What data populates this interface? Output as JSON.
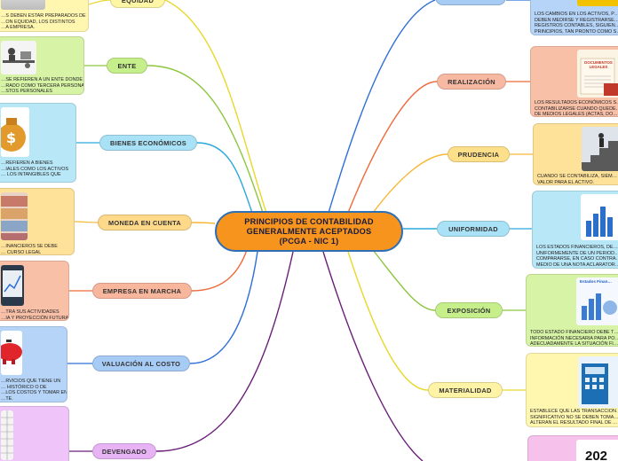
{
  "central": {
    "title": "PRINCIPIOS DE CONTABILIDAD\nGENERALMENTE ACEPTADOS\n(PCGA - NIC 1)"
  },
  "left_nodes": [
    {
      "key": "equidad",
      "label": "EQUIDAD",
      "color": "#fff6a5",
      "line": "#e8d82a"
    },
    {
      "key": "ente",
      "label": "ENTE",
      "color": "#c6ef8c",
      "line": "#8cc63f"
    },
    {
      "key": "bienes",
      "label": "BIENES ECONÓMICOS",
      "color": "#a9e2f7",
      "line": "#2aa7dd"
    },
    {
      "key": "moneda",
      "label": "MONEDA EN CUENTA",
      "color": "#ffd98a",
      "line": "#f7b733"
    },
    {
      "key": "empresa",
      "label": "EMPRESA EN MARCHA",
      "color": "#f8b79d",
      "line": "#ef6a3a"
    },
    {
      "key": "valuacion",
      "label": "VALUACIÓN AL COSTO",
      "color": "#a6cbf5",
      "line": "#2f6fd6"
    },
    {
      "key": "devengado",
      "label": "DEVENGADO",
      "color": "#e7b3f5",
      "line": "#6b1f7a"
    }
  ],
  "right_nodes": [
    {
      "key": "realizacion",
      "label": "REALIZACIÓN",
      "color": "#f8b9a3",
      "line": "#ef6a3a"
    },
    {
      "key": "prudencia",
      "label": "PRUDENCIA",
      "color": "#ffe08a",
      "line": "#f7b733"
    },
    {
      "key": "uniformidad",
      "label": "UNIFORMIDAD",
      "color": "#a9e2f7",
      "line": "#2aa7dd"
    },
    {
      "key": "exposicion",
      "label": "EXPOSICIÓN",
      "color": "#c6ef8c",
      "line": "#8cc63f"
    },
    {
      "key": "materialidad",
      "label": "MATERIALIDAD",
      "color": "#fff3a5",
      "line": "#e8d82a"
    }
  ],
  "left_cards": [
    {
      "key": "equidad",
      "text": "…S DEBEN ESTAR PREPARADOS DE\n…ON EQUIDAD, LOS DISTINTOS\n…A EMPRESA.",
      "bg": "#fff7b0"
    },
    {
      "key": "ente",
      "text": "…SE REFIEREN A UN ENTE DONDE\n…RADO COMO TERCERA PERSONA\n…STOS PERSONALES",
      "bg": "#d6f3a6"
    },
    {
      "key": "bienes",
      "text": "…REFIEREN A BIENES\n…IALES COMO LOS ACTIVOS\n… LOS INTANGIBLES QUE",
      "bg": "#b8e7f8"
    },
    {
      "key": "moneda",
      "text": "…INANCIEROS SE DEBE\n… CURSO LEGAL",
      "bg": "#ffe29a"
    },
    {
      "key": "empresa",
      "text": "…TRA SUS ACTIVIDADES\n…IA Y PROYECCIÓN FUTURA",
      "bg": "#f9c0a8"
    },
    {
      "key": "valuacion",
      "text": "…RVICIOS QUE TIENE UN\n… HISTÓRICO O DE\n…LOS COSTOS Y TOMAR EN\n…TE.",
      "bg": "#b5d4f7"
    },
    {
      "key": "devengado",
      "text": "",
      "bg": "#efc4f8"
    }
  ],
  "right_cards": [
    {
      "key": "top",
      "text": "LOS CAMBIOS EN LOS ACTIVOS, P…\nDEBEN MEDIRSE Y REGISTRARSE…\nREGISTROS CONTABLES, SIGUIEN…\nPRINCIPIOS, TAN PRONTO COMO S…",
      "bg": "#b5d4f7"
    },
    {
      "key": "realizacion",
      "text": "LOS RESULTADOS ECONÓMICOS S…\nCONTABILIZARSE CUANDO QUEDE…\nDE MEDIOS LEGALES (ACTAS, DO…",
      "bg": "#f9c0a8"
    },
    {
      "key": "prudencia",
      "text": "CUANDO SE CONTABILIZA, SIEM…\nVALOR PARA EL ACTIVO.",
      "bg": "#ffe29a"
    },
    {
      "key": "uniformidad",
      "text": "LOS ESTADOS FINANCIEROS, DE…\nUNIFORMEMENTE DE UN PERIOD…\nCOMPARARSE, EN CASO CONTRA…\nMEDIO DE UNA NOTA ACLARATOR…",
      "bg": "#b8e7f8"
    },
    {
      "key": "exposicion",
      "text": "TODO ESTADO FINANCIERO DEBE T…\nINFORMACIÓN NECESARIA PARA PO…\nADECUADAMENTE LA SITUACIÓN FI…",
      "bg": "#d6f3a6"
    },
    {
      "key": "materialidad",
      "text": "ESTABLECE QUE LAS TRANSACCION…\nSIGNIFICATIVO NO SE DEBEN TOMA…\nALTERAN EL RESULTADO FINAL DE …",
      "bg": "#fff7b0"
    },
    {
      "key": "bottom",
      "text": "",
      "bg": "#f6c2ec"
    }
  ],
  "picture_labels": {
    "documentos": "DOCUMENTOS\nLEGALES",
    "estados": "Estados Finan…",
    "year": "202"
  }
}
